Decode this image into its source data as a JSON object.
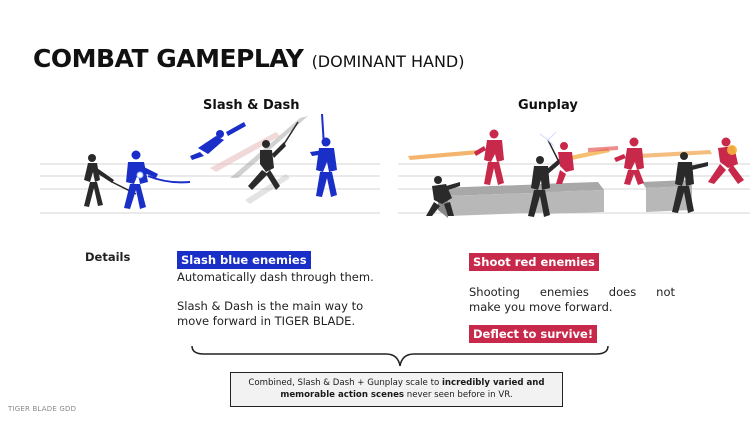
{
  "title": {
    "main": "COMBAT GAMEPLAY",
    "sub": "(DOMINANT HAND)"
  },
  "panels": {
    "slash": {
      "heading": "Slash & Dash",
      "badge": "Slash blue enemies",
      "line1": "Automatically dash through them.",
      "line2a": "Slash & Dash is the main way to",
      "line2b": "move forward in TIGER BLADE."
    },
    "gun": {
      "heading": "Gunplay",
      "badge": "Shoot red enemies",
      "line1a": "Shooting enemies does not",
      "line1b": "make you move forward.",
      "badge2": "Deflect to survive!"
    }
  },
  "details_label": "Details",
  "summary": {
    "part1": "Combined, Slash & Dash + Gunplay scale to ",
    "bold": "incredibly varied and memorable action scenes",
    "part2": " never seen before in VR."
  },
  "footer": "TIGER BLADE GDD",
  "colors": {
    "blue_enemy": "#1a2ec8",
    "red_enemy": "#c8284a",
    "dark": "#2a2a2a"
  }
}
